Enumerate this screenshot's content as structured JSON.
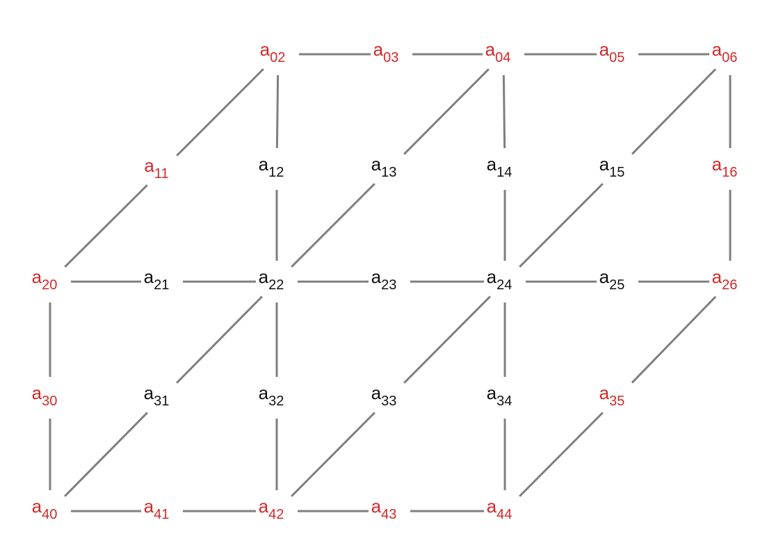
{
  "colors": {
    "boundary": "#d62728",
    "interior": "#111111",
    "edge": "#7f7f7f"
  },
  "nodes": [
    {
      "id": "a02",
      "base": "a",
      "sub": "02",
      "kind": "boundary"
    },
    {
      "id": "a03",
      "base": "a",
      "sub": "03",
      "kind": "boundary"
    },
    {
      "id": "a04",
      "base": "a",
      "sub": "04",
      "kind": "boundary"
    },
    {
      "id": "a05",
      "base": "a",
      "sub": "05",
      "kind": "boundary"
    },
    {
      "id": "a06",
      "base": "a",
      "sub": "06",
      "kind": "boundary"
    },
    {
      "id": "a11",
      "base": "a",
      "sub": "11",
      "kind": "boundary"
    },
    {
      "id": "a12",
      "base": "a",
      "sub": "12",
      "kind": "interior"
    },
    {
      "id": "a13",
      "base": "a",
      "sub": "13",
      "kind": "interior"
    },
    {
      "id": "a14",
      "base": "a",
      "sub": "14",
      "kind": "interior"
    },
    {
      "id": "a15",
      "base": "a",
      "sub": "15",
      "kind": "interior"
    },
    {
      "id": "a16",
      "base": "a",
      "sub": "16",
      "kind": "boundary"
    },
    {
      "id": "a20",
      "base": "a",
      "sub": "20",
      "kind": "boundary"
    },
    {
      "id": "a21",
      "base": "a",
      "sub": "21",
      "kind": "interior"
    },
    {
      "id": "a22",
      "base": "a",
      "sub": "22",
      "kind": "interior"
    },
    {
      "id": "a23",
      "base": "a",
      "sub": "23",
      "kind": "interior"
    },
    {
      "id": "a24",
      "base": "a",
      "sub": "24",
      "kind": "interior"
    },
    {
      "id": "a25",
      "base": "a",
      "sub": "25",
      "kind": "interior"
    },
    {
      "id": "a26",
      "base": "a",
      "sub": "26",
      "kind": "boundary"
    },
    {
      "id": "a30",
      "base": "a",
      "sub": "30",
      "kind": "boundary"
    },
    {
      "id": "a31",
      "base": "a",
      "sub": "31",
      "kind": "interior"
    },
    {
      "id": "a32",
      "base": "a",
      "sub": "32",
      "kind": "interior"
    },
    {
      "id": "a33",
      "base": "a",
      "sub": "33",
      "kind": "interior"
    },
    {
      "id": "a34",
      "base": "a",
      "sub": "34",
      "kind": "interior"
    },
    {
      "id": "a35",
      "base": "a",
      "sub": "35",
      "kind": "boundary"
    },
    {
      "id": "a40",
      "base": "a",
      "sub": "40",
      "kind": "boundary"
    },
    {
      "id": "a41",
      "base": "a",
      "sub": "41",
      "kind": "boundary"
    },
    {
      "id": "a42",
      "base": "a",
      "sub": "42",
      "kind": "boundary"
    },
    {
      "id": "a43",
      "base": "a",
      "sub": "43",
      "kind": "boundary"
    },
    {
      "id": "a44",
      "base": "a",
      "sub": "44",
      "kind": "boundary"
    }
  ],
  "edges": [
    [
      "a02",
      "a03"
    ],
    [
      "a03",
      "a04"
    ],
    [
      "a04",
      "a05"
    ],
    [
      "a05",
      "a06"
    ],
    [
      "a02",
      "a12"
    ],
    [
      "a12",
      "a22"
    ],
    [
      "a04",
      "a14"
    ],
    [
      "a14",
      "a24"
    ],
    [
      "a06",
      "a16"
    ],
    [
      "a16",
      "a26"
    ],
    [
      "a02",
      "a11"
    ],
    [
      "a11",
      "a20"
    ],
    [
      "a04",
      "a13"
    ],
    [
      "a13",
      "a22"
    ],
    [
      "a06",
      "a15"
    ],
    [
      "a15",
      "a24"
    ],
    [
      "a20",
      "a21"
    ],
    [
      "a21",
      "a22"
    ],
    [
      "a22",
      "a23"
    ],
    [
      "a23",
      "a24"
    ],
    [
      "a24",
      "a25"
    ],
    [
      "a25",
      "a26"
    ],
    [
      "a20",
      "a30"
    ],
    [
      "a30",
      "a40"
    ],
    [
      "a22",
      "a32"
    ],
    [
      "a32",
      "a42"
    ],
    [
      "a24",
      "a34"
    ],
    [
      "a34",
      "a44"
    ],
    [
      "a22",
      "a31"
    ],
    [
      "a31",
      "a40"
    ],
    [
      "a24",
      "a33"
    ],
    [
      "a33",
      "a42"
    ],
    [
      "a26",
      "a35"
    ],
    [
      "a35",
      "a44"
    ],
    [
      "a40",
      "a41"
    ],
    [
      "a41",
      "a42"
    ],
    [
      "a42",
      "a43"
    ],
    [
      "a43",
      "a44"
    ]
  ]
}
